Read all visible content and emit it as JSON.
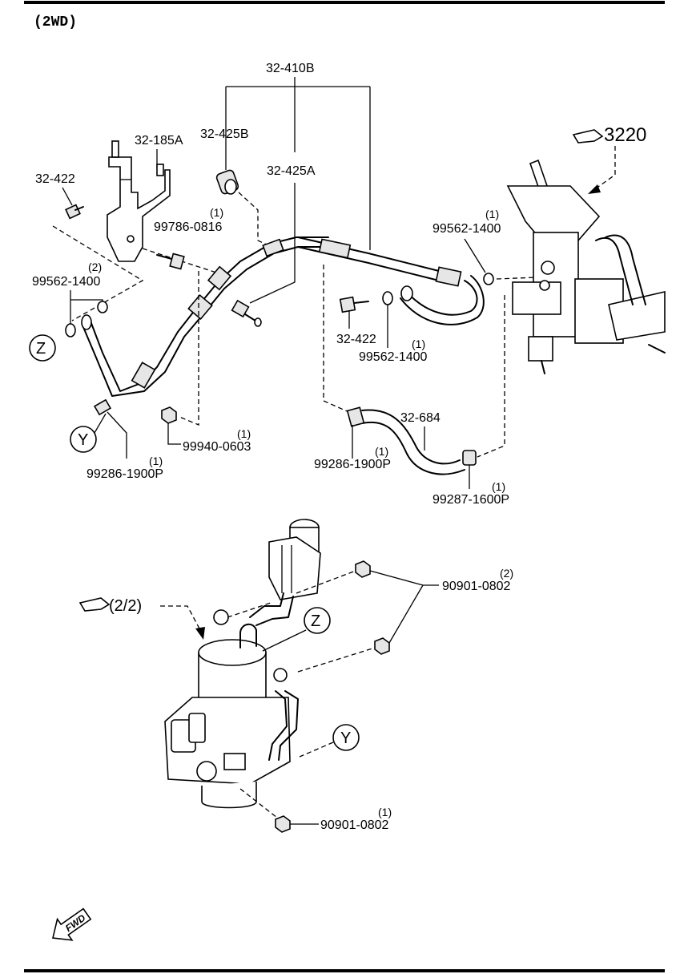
{
  "header": {
    "variant": "(2WD)"
  },
  "refs": {
    "steering_gear": "3220",
    "pump_page": "(2/2)",
    "fwd": "FWD"
  },
  "callouts": {
    "z": "Z",
    "y": "Y"
  },
  "parts": {
    "p32410b": "32-410B",
    "p32425b": "32-425B",
    "p32425a": "32-425A",
    "p32185a": "32-185A",
    "p32422_a": "32-422",
    "p32422_b": "32-422",
    "p99786": {
      "num": "99786-0816",
      "qty": "(1)"
    },
    "p99562_a": {
      "num": "99562-1400",
      "qty": "(2)"
    },
    "p99562_b": {
      "num": "99562-1400",
      "qty": "(1)"
    },
    "p99562_c": {
      "num": "99562-1400",
      "qty": "(1)"
    },
    "p99286_a": {
      "num": "99286-1900P",
      "qty": "(1)"
    },
    "p99940": {
      "num": "99940-0603",
      "qty": "(1)"
    },
    "p32684": "32-684",
    "p99286_b": {
      "num": "99286-1900P",
      "qty": "(1)"
    },
    "p99287": {
      "num": "99287-1600P",
      "qty": "(1)"
    },
    "p90901_a": {
      "num": "90901-0802",
      "qty": "(2)"
    },
    "p90901_b": {
      "num": "90901-0802",
      "qty": "(1)"
    }
  }
}
